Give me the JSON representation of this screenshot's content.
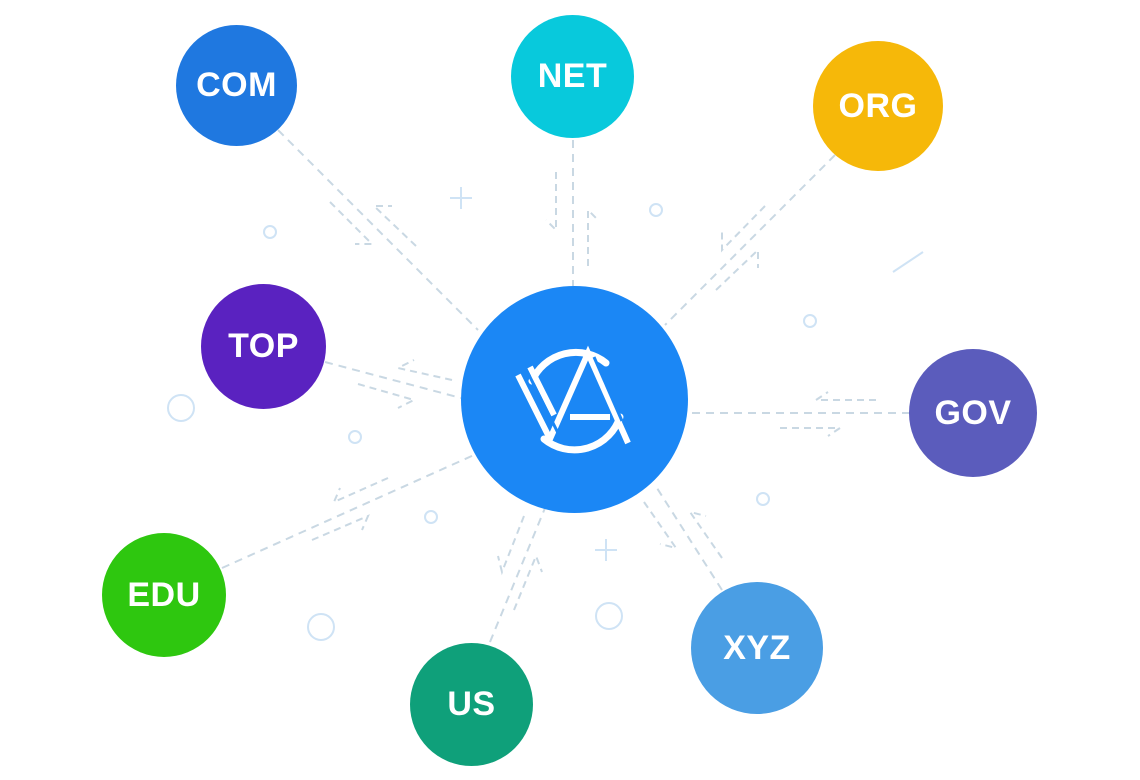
{
  "hub": {
    "logo_icon": "va-logo-icon",
    "color": "#1b87f5"
  },
  "nodes": [
    {
      "id": "com",
      "label": "COM",
      "color": "#1f78e0"
    },
    {
      "id": "net",
      "label": "NET",
      "color": "#08c9dc"
    },
    {
      "id": "org",
      "label": "ORG",
      "color": "#f6b809"
    },
    {
      "id": "top",
      "label": "TOP",
      "color": "#5a22c0"
    },
    {
      "id": "gov",
      "label": "GOV",
      "color": "#5b5cbc"
    },
    {
      "id": "edu",
      "label": "EDU",
      "color": "#2ec70f"
    },
    {
      "id": "us",
      "label": "US",
      "color": "#0fa07a"
    },
    {
      "id": "xyz",
      "label": "XYZ",
      "color": "#4a9ee4"
    }
  ],
  "colors": {
    "connector": "#c9d8e3",
    "decor": "#cfe3f5"
  }
}
